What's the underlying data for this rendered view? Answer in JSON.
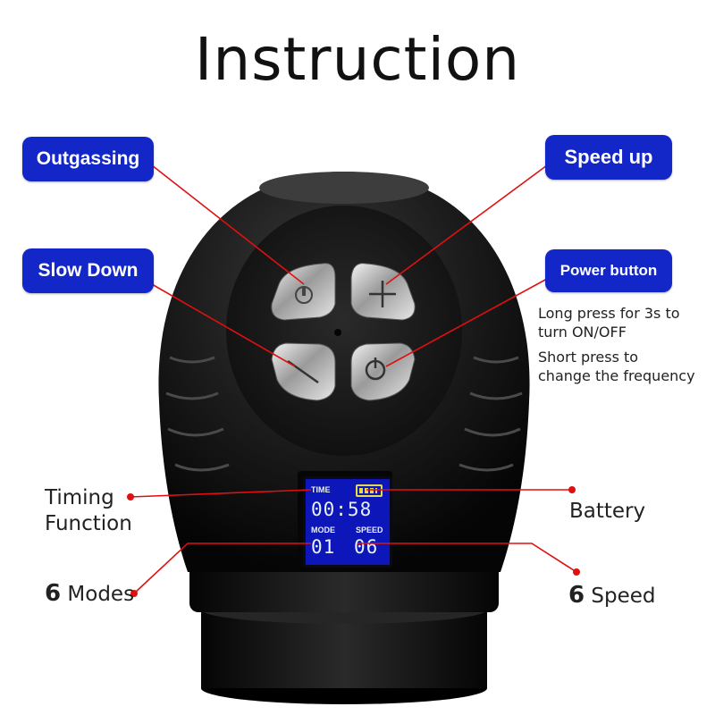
{
  "title": "Instruction",
  "callouts": {
    "outgassing": "Outgassing",
    "speed_up": "Speed up",
    "slow_down": "Slow Down",
    "power_button": "Power button",
    "power_note_1": "Long press for 3s to",
    "power_note_2": "turn ON/OFF",
    "power_note_3": "Short press to",
    "power_note_4": "change the frequency",
    "timing_1": "Timing",
    "timing_2": "Function",
    "battery": "Battery",
    "modes_num": "6",
    "modes_text": "Modes",
    "speed_num": "6",
    "speed_text": "Speed"
  },
  "display": {
    "time_label": "TIME",
    "time_value": "00:58",
    "mode_label": "MODE",
    "speed_label": "SPEED",
    "mode_value": "01",
    "speed_value": "06"
  },
  "colors": {
    "pill_bg": "#1327c9",
    "leader_line": "#e01010",
    "lcd_bg": "#0d16b8",
    "device_body": "#1a1a1a"
  }
}
